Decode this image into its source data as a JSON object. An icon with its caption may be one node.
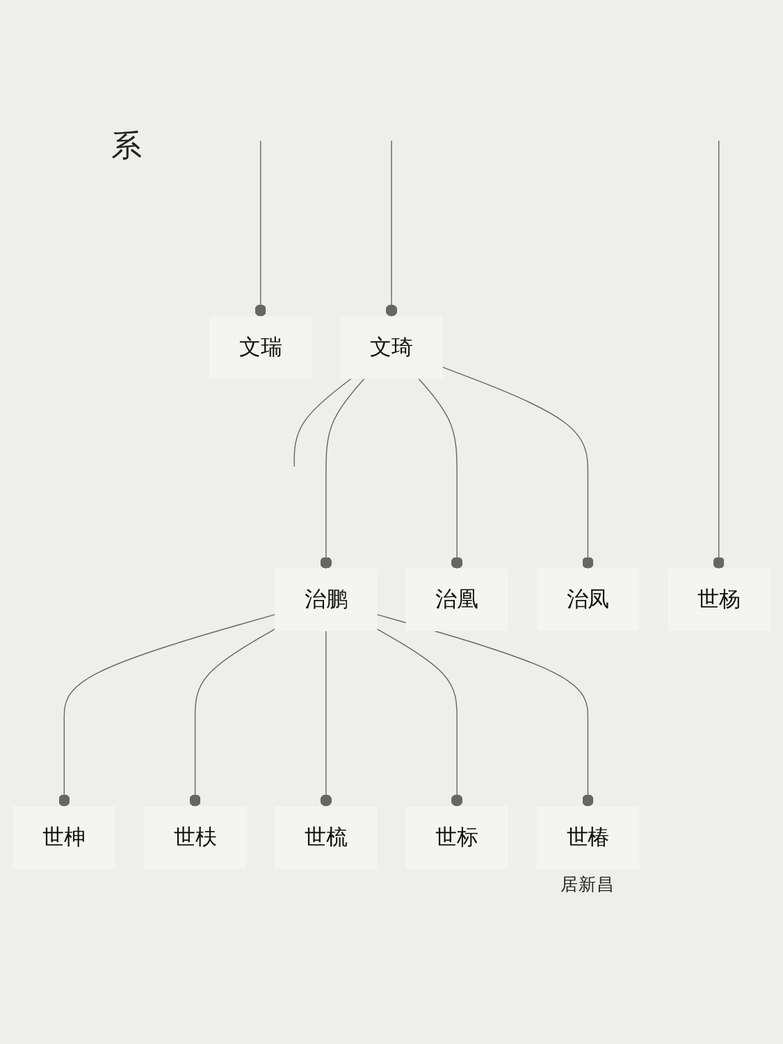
{
  "diagram": {
    "nodes": [
      {
        "text": [
          "文瑞"
        ]
      },
      {
        "text": [
          "文琦"
        ]
      },
      {
        "text": [
          "治鹏"
        ]
      },
      {
        "text": [
          "治凰"
        ]
      },
      {
        "text": [
          "治凤"
        ]
      },
      {
        "text": [
          "世杨"
        ]
      },
      {
        "text": [
          "世柛"
        ]
      },
      {
        "text": [
          "世枎"
        ]
      },
      {
        "text": [
          "世梳"
        ]
      },
      {
        "text": [
          "世标"
        ]
      },
      {
        "text": [
          "世椿"
        ],
        "beside": [
          "居新昌"
        ]
      }
    ],
    "edges": [
      {
        "from": null,
        "to": 0,
        "arrow": "other"
      },
      {
        "from": null,
        "to": 1,
        "arrow": "other"
      },
      {
        "from": 1,
        "to": null,
        "arrow": "none"
      },
      {
        "from": 1,
        "to": 2,
        "arrow": "other"
      },
      {
        "from": 1,
        "to": 3,
        "arrow": "other"
      },
      {
        "from": 1,
        "to": 4,
        "arrow": "other"
      },
      {
        "from": null,
        "to": 5,
        "arrow": "other"
      },
      {
        "from": 2,
        "to": 6,
        "arrow": "other"
      },
      {
        "from": 2,
        "to": 7,
        "arrow": "other"
      },
      {
        "from": 2,
        "to": 8,
        "arrow": "other"
      },
      {
        "from": 2,
        "to": 9,
        "arrow": "other"
      },
      {
        "from": 2,
        "to": 10,
        "arrow": "other"
      }
    ],
    "labels": [
      "系"
    ]
  }
}
